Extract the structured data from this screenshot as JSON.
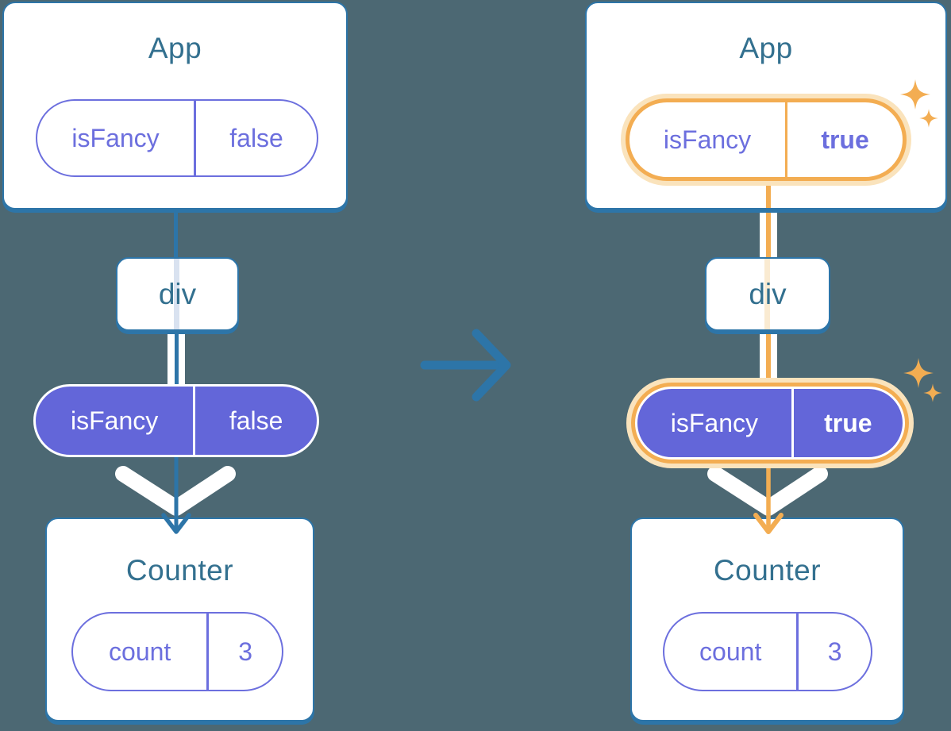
{
  "before": {
    "app": {
      "title": "App",
      "prop": {
        "name": "isFancy",
        "value": "false"
      }
    },
    "div_node": {
      "label": "div"
    },
    "passed_prop": {
      "name": "isFancy",
      "value": "false"
    },
    "counter": {
      "title": "Counter",
      "state": {
        "name": "count",
        "value": "3"
      }
    }
  },
  "after": {
    "app": {
      "title": "App",
      "prop": {
        "name": "isFancy",
        "value": "true"
      }
    },
    "div_node": {
      "label": "div"
    },
    "passed_prop": {
      "name": "isFancy",
      "value": "true"
    },
    "counter": {
      "title": "Counter",
      "state": {
        "name": "count",
        "value": "3"
      }
    }
  },
  "colors": {
    "background": "#4C6873",
    "line": "#2D75A8",
    "title": "#33708F",
    "purple": "#6C6FDE",
    "purple_fill": "#6366D9",
    "inner_line_blue": "#D9E2F0",
    "inner_line_cream": "#FAEBD2",
    "orange": "#F3AD52",
    "orange_halo": "#FAE3BC",
    "white": "#FFFFFF"
  }
}
